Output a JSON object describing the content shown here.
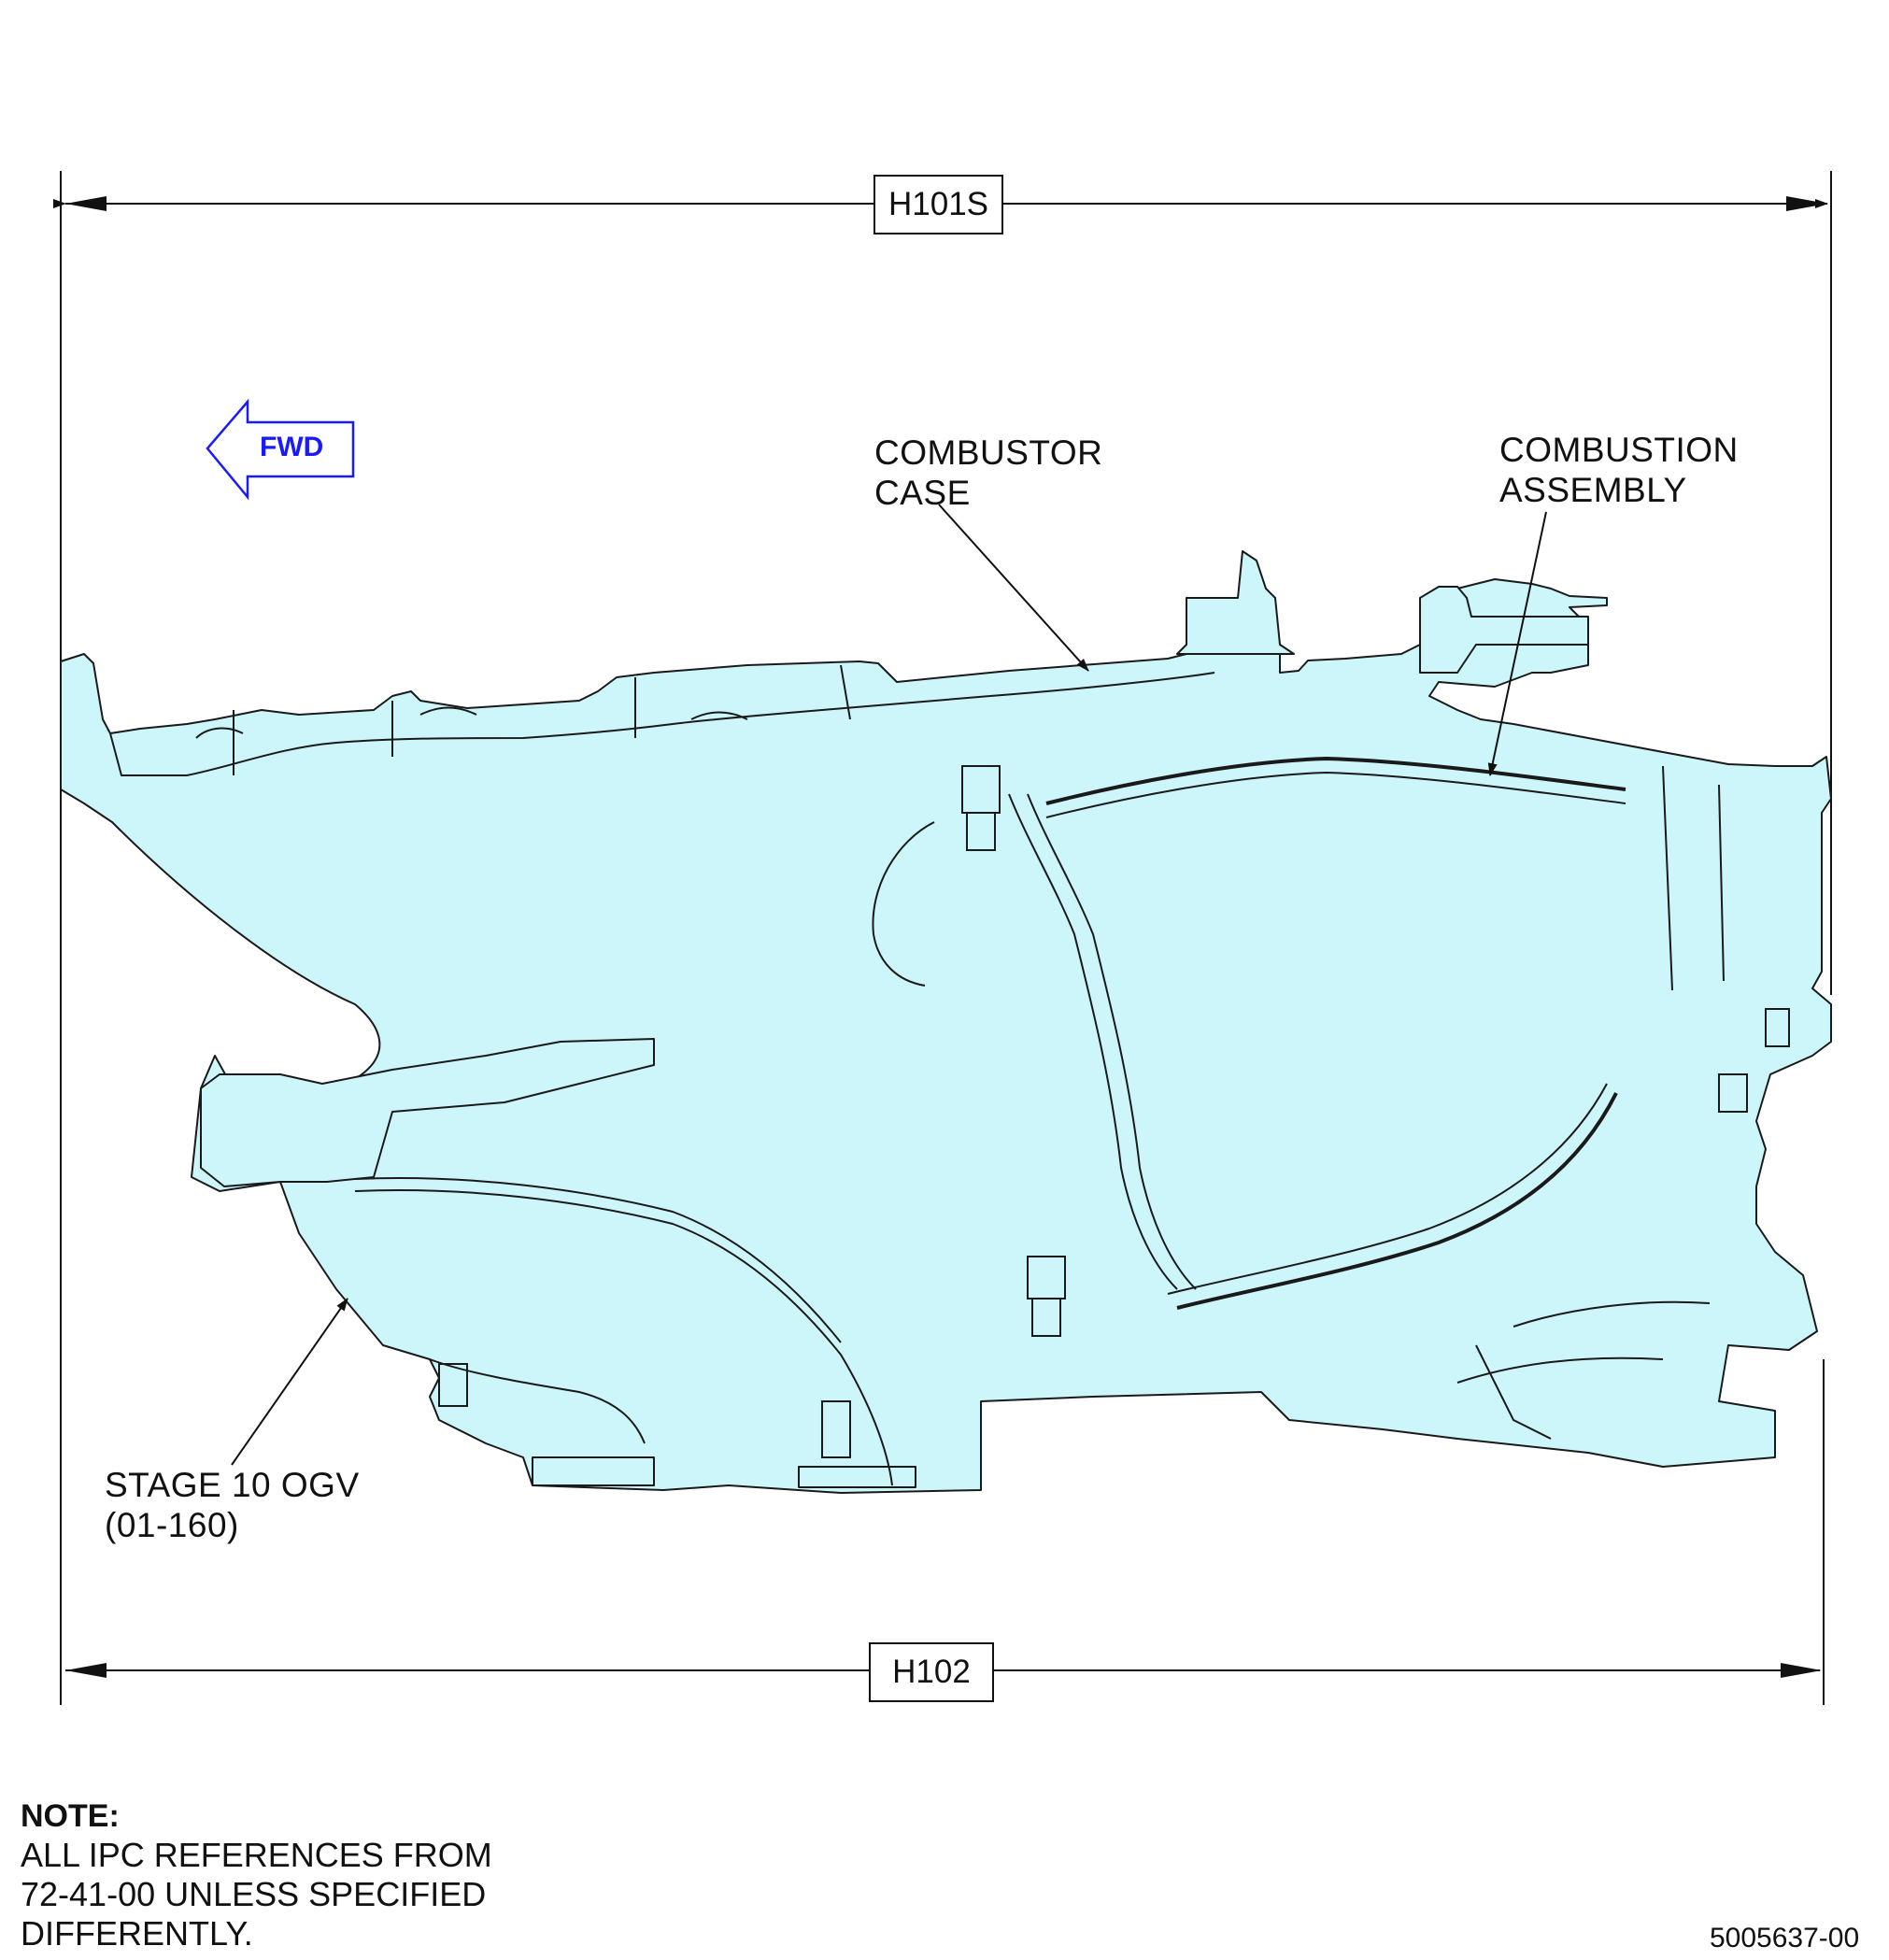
{
  "dimensions": {
    "top": "H101S",
    "bottom": "H102"
  },
  "direction_arrow": {
    "label": "FWD",
    "color": "#1a1aff"
  },
  "callouts": {
    "combustor_case": [
      "COMBUSTOR",
      "CASE"
    ],
    "combustion_assembly": [
      "COMBUSTION",
      "ASSEMBLY"
    ],
    "stage10_ogv": [
      "STAGE 10 OGV",
      "(01-160)"
    ]
  },
  "note": {
    "title": "NOTE:",
    "lines": [
      "ALL IPC REFERENCES FROM",
      "72-41-00 UNLESS SPECIFIED",
      "DIFFERENTLY."
    ]
  },
  "figure_number": "5005637-00",
  "colors": {
    "part_fill": "#cdf6fa",
    "line": "#1a1a1a",
    "fwd_arrow": "#1a1aff"
  }
}
